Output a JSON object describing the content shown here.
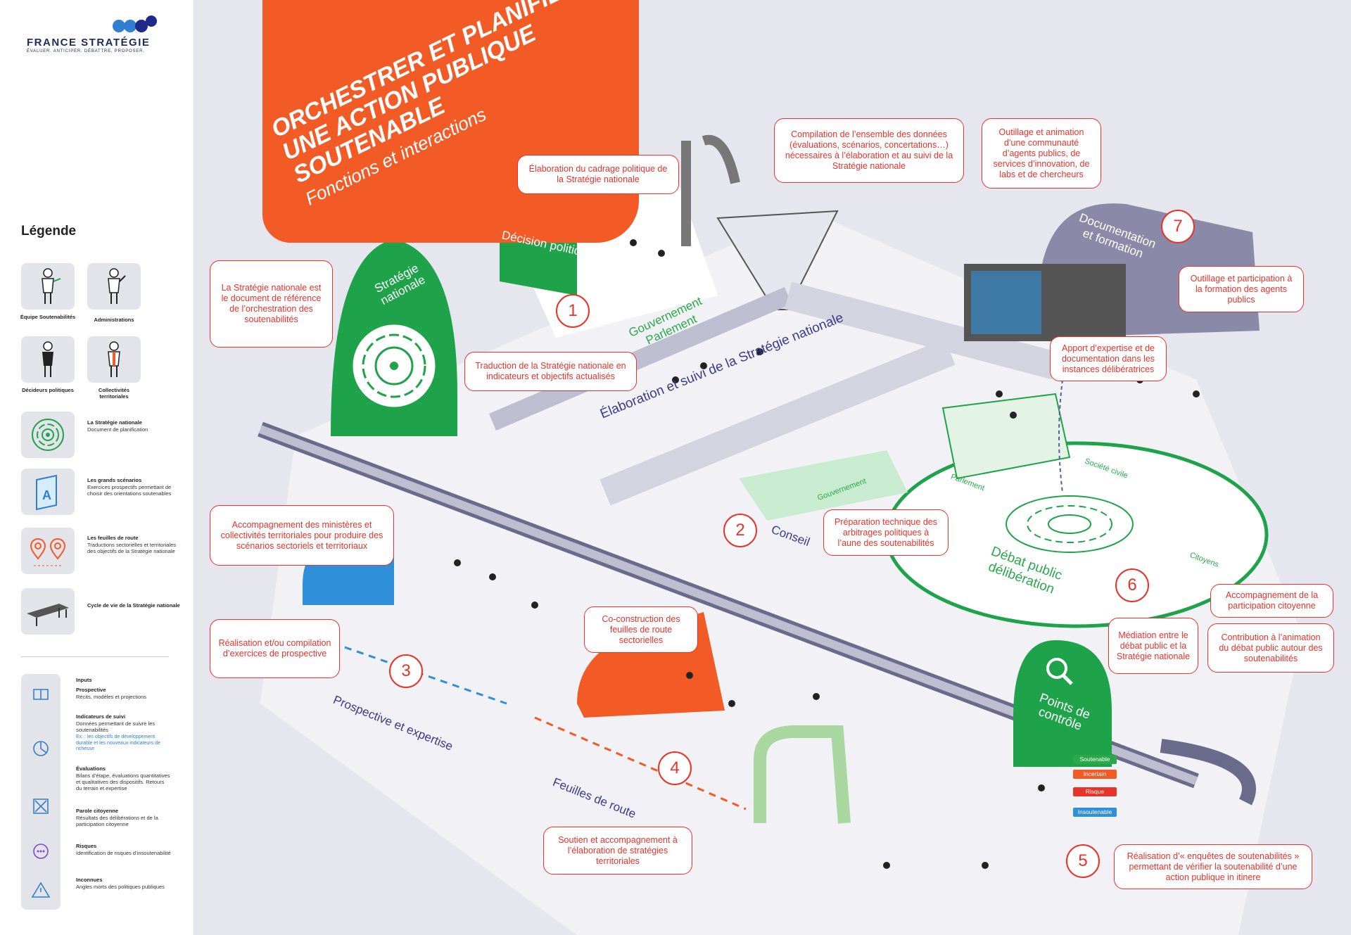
{
  "header": {
    "logo_text": "FRANCE STRATÉGIE",
    "tagline": "ÉVALUER. ANTICIPER. DÉBATTRE. PROPOSER.",
    "title_line1": "ORCHESTRER ET PLANIFIER",
    "title_line2": "UNE ACTION PUBLIQUE SOUTENABLE",
    "subtitle": "Fonctions et interactions"
  },
  "legend": {
    "title": "Légende",
    "actors": [
      {
        "label": "Équipe Soutenabilités"
      },
      {
        "label": "Administrations"
      },
      {
        "label": "Décideurs politiques"
      },
      {
        "label": "Collectivités territoriales"
      }
    ],
    "symbols": [
      {
        "name": "La Stratégie nationale",
        "desc": "Document de planification"
      },
      {
        "name": "Les grands scénarios",
        "desc": "Exercices prospectifs permettant de choisir des orientations soutenables"
      },
      {
        "name": "Les feuilles de route",
        "desc": "Traductions sectorielles et territoriales des objectifs de la Stratégie nationale"
      },
      {
        "name": "Cycle de vie de la Stratégie nationale",
        "desc": ""
      }
    ],
    "inputs_title": "Inputs",
    "inputs": [
      {
        "name": "Prospective",
        "desc": "Récits, modèles et projections",
        "extra": ""
      },
      {
        "name": "Indicateurs de suivi",
        "desc": "Données permettant de suivre les soutenabilités",
        "extra": "Ex. : les objectifs de développement durable et les nouveaux indicateurs de richesse"
      },
      {
        "name": "Évaluations",
        "desc": "Bilans d’étape, évaluations quantitatives et qualitatives des dispositifs. Retours du terrain et expertise",
        "extra": ""
      },
      {
        "name": "Parole citoyenne",
        "desc": "Résultats des délibérations et de la participation citoyenne",
        "extra": ""
      },
      {
        "name": "Risques",
        "desc": "Identification de risques d’insoutenabilité",
        "extra": ""
      },
      {
        "name": "Inconnues",
        "desc": "Angles morts des politiques publiques",
        "extra": ""
      }
    ]
  },
  "callouts": {
    "elaboration_cadrage": "Élaboration du cadrage politique de la Stratégie nationale",
    "compilation": "Compilation de l’ensemble des données (évaluations, scénarios, concertations…) nécessaires à l’élaboration et au suivi de la Stratégie nationale",
    "outillage_animation": "Outillage et animation d’une communauté d’agents publics, de services d’innovation, de labs et de chercheurs",
    "strategie_reference": "La Stratégie nationale est le document de référence de l’orchestration des soutenabilités",
    "traduction": "Traduction de la Stratégie nationale en indicateurs et objectifs actualisés",
    "outillage_participation": "Outillage et participation à la formation des agents publics",
    "apport_expertise": "Apport d’expertise et de documentation dans les instances délibératrices",
    "accompagnement_ministeres": "Accompagnement des ministères et collectivités territoriales pour produire des scénarios sectoriels et territoriaux",
    "preparation_technique": "Préparation technique des arbitrages politiques à l’aune des soutenabilités",
    "accompagnement_participation": "Accompagnement de la participation citoyenne",
    "realisation_prospective": "Réalisation et/ou compilation d’exercices de prospective",
    "coconstruction": "Co-construction des feuilles de route sectorielles",
    "mediation": "Médiation entre le débat public et la Stratégie nationale",
    "contribution_animation": "Contribution à l’animation du débat public autour des soutenabilités",
    "soutien_territoriales": "Soutien et accompagnement à l’élaboration de stratégies territoriales",
    "realisation_enquetes": "Réalisation d’« enquêtes de soutenabilités » permettant de vérifier la soutenabilité d’une action publique in itinere"
  },
  "numbers": [
    "1",
    "2",
    "3",
    "4",
    "5",
    "6",
    "7"
  ],
  "zones": {
    "decision_politique": "Décision politique",
    "strategie_nationale": "Stratégie nationale",
    "gouvernement_parlement": "Gouvernement Parlement",
    "documentation_formation": "Documentation et formation",
    "elaboration_suivi": "Élaboration et suivi de la Stratégie nationale",
    "gouvernement": "Gouvernement",
    "parlement": "Parlement",
    "societe_civile": "Société civile",
    "conseil": "Conseil",
    "citoyens": "Citoyens",
    "debat_public": "Débat public délibération",
    "prospective_expertise": "Prospective et expertise",
    "feuilles_de_route": "Feuilles de route",
    "points_controle": "Points de contrôle"
  },
  "statuses": [
    {
      "label": "Soutenable",
      "color": "#e8322a"
    },
    {
      "label": "Incertain",
      "color": "#e8322a"
    },
    {
      "label": "Risque",
      "color": "#e8322a"
    },
    {
      "label": "Insoutenable",
      "color": "#e8322a"
    }
  ],
  "colors": {
    "orange": "#f25a26",
    "green": "#1fa34a",
    "red": "#e8322a",
    "navy": "#3a3a8a",
    "blue": "#2f8fd8"
  }
}
